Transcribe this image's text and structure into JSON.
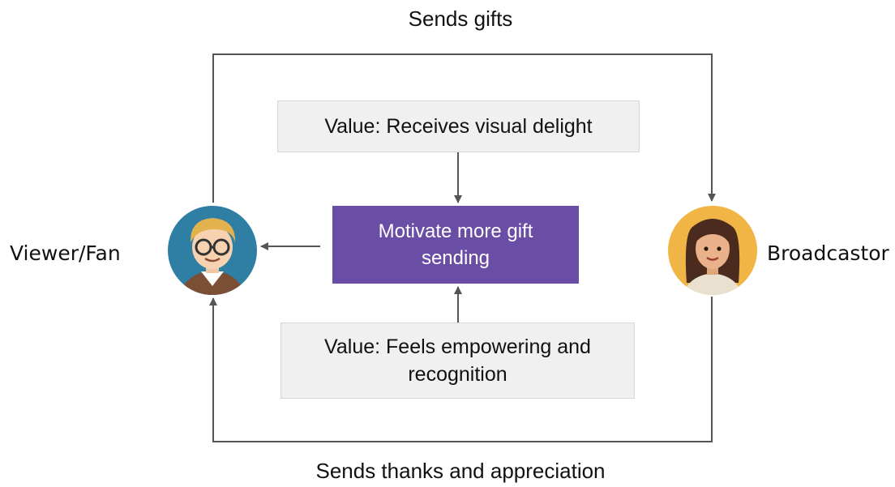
{
  "diagram": {
    "top_label": "Sends gifts",
    "bottom_label": "Sends thanks and appreciation",
    "viewer_label": "Viewer/Fan",
    "broadcaster_label": "Broadcastor",
    "value_top": "Value: Receives visual delight",
    "center": "Motivate more gift sending",
    "value_bottom": "Value: Feels empowering and recognition"
  },
  "colors": {
    "center_fill": "#6a4da5",
    "value_box_fill": "#f0f0f0",
    "viewer_avatar_bg": "#2f7ea4",
    "broadcaster_avatar_bg": "#f0b545"
  },
  "icons": {
    "viewer": "male-avatar-with-glasses-icon",
    "broadcaster": "female-avatar-icon"
  }
}
